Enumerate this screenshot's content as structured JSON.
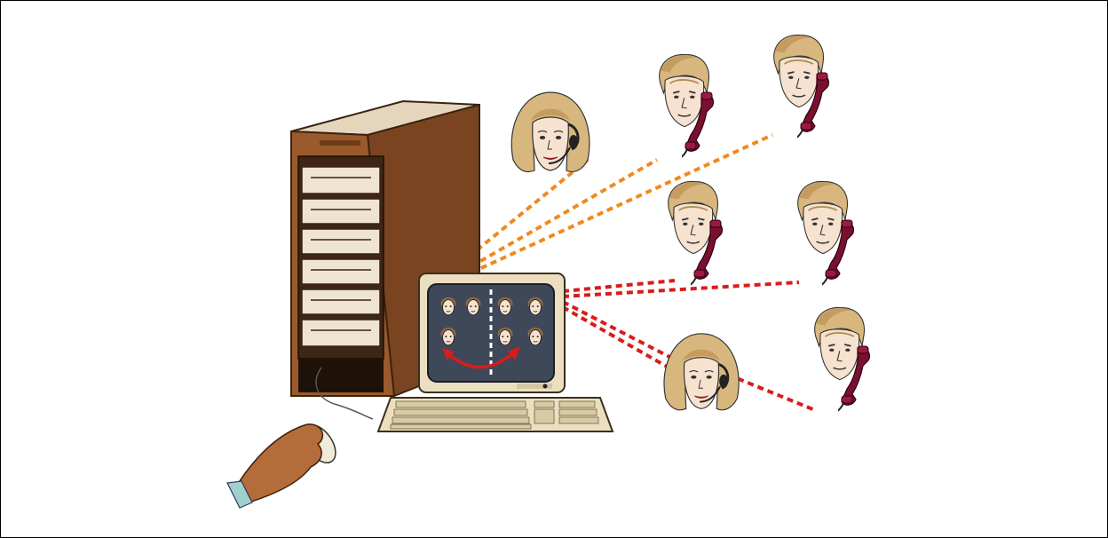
{
  "diagram": {
    "tower_label": "",
    "colors": {
      "tower_body": "#9a5a2c",
      "tower_side": "#7a4420",
      "tower_top": "#e6d5bd",
      "bay_face": "#efe3d2",
      "monitor_case": "#ecdfc0",
      "screen": "#3f4858",
      "orange_line": "#f08a1e",
      "red_line": "#d81c1c",
      "hair": "#d8b77e",
      "skin": "#f6e2cf",
      "hand": "#b46c3a",
      "phone": "#7a1030"
    },
    "people": [
      {
        "role": "agent",
        "icon": "agent-headset-icon"
      },
      {
        "role": "caller",
        "icon": "caller-phone-icon"
      },
      {
        "role": "caller",
        "icon": "caller-phone-icon"
      },
      {
        "role": "caller",
        "icon": "caller-phone-icon"
      },
      {
        "role": "caller",
        "icon": "caller-phone-icon"
      },
      {
        "role": "agent",
        "icon": "agent-headset-icon"
      },
      {
        "role": "caller",
        "icon": "caller-phone-icon"
      }
    ]
  }
}
